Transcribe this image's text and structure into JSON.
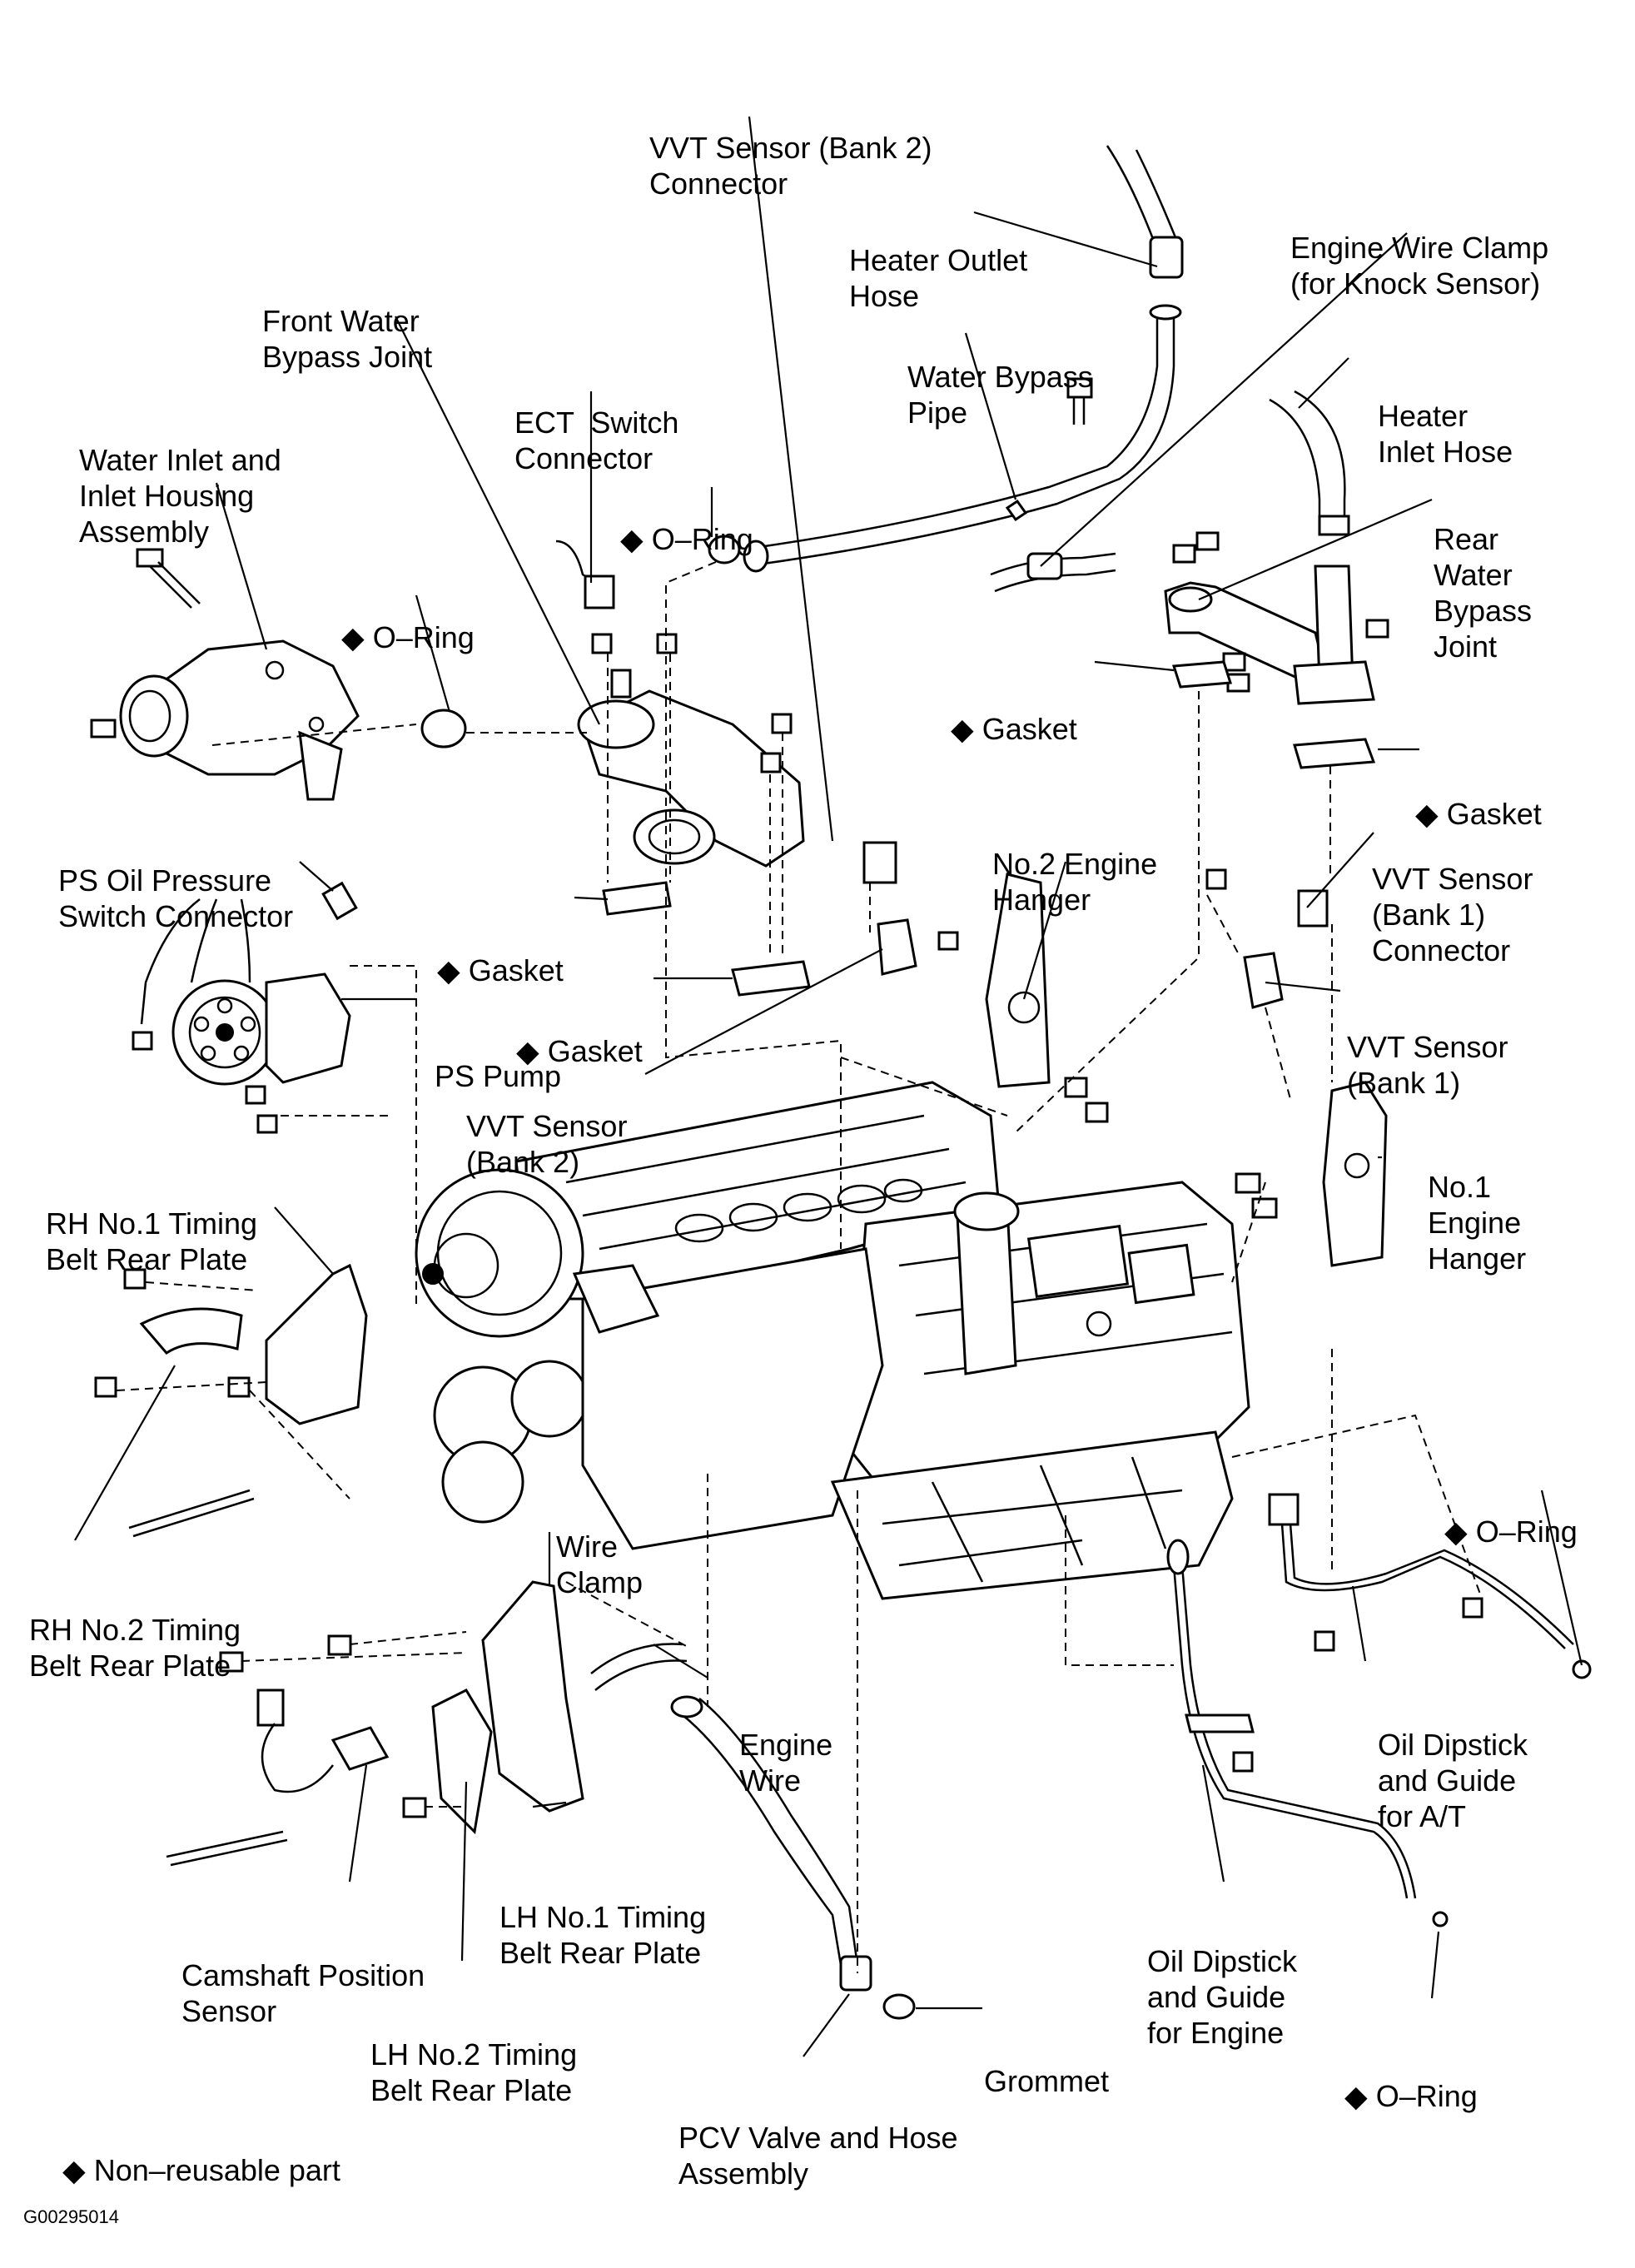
{
  "figure_code": "G00295014",
  "legend": {
    "symbol": "◆",
    "text": "Non–reusable part"
  },
  "labels": {
    "vvt_sensor_bank2_connector": [
      "VVT Sensor (Bank 2)",
      "Connector"
    ],
    "heater_outlet_hose": [
      "Heater Outlet",
      "Hose"
    ],
    "engine_wire_clamp": [
      "Engine Wire Clamp",
      "(for Knock Sensor)"
    ],
    "front_water_bypass_joint": [
      "Front Water",
      "Bypass Joint"
    ],
    "water_bypass_pipe": [
      "Water Bypass",
      "Pipe"
    ],
    "heater_inlet_hose": [
      "Heater",
      "Inlet Hose"
    ],
    "ect_switch_connector": [
      "ECT  Switch",
      "Connector"
    ],
    "water_inlet_assembly": [
      "Water Inlet and",
      "Inlet Housing",
      "Assembly"
    ],
    "o_ring_top": [
      "◆ O–Ring"
    ],
    "rear_water_bypass_joint": [
      "Rear",
      "Water",
      "Bypass",
      "Joint"
    ],
    "o_ring_left": [
      "◆ O–Ring"
    ],
    "gasket_rear": [
      "◆ Gasket"
    ],
    "gasket_rear_lower": [
      "◆ Gasket"
    ],
    "ps_oil_pressure_switch_connector": [
      "PS Oil Pressure",
      "Switch Connector"
    ],
    "no2_engine_hanger": [
      "No.2 Engine",
      "Hanger"
    ],
    "vvt_sensor_bank1_connector": [
      "VVT Sensor",
      "(Bank 1)",
      "Connector"
    ],
    "gasket_front_upper": [
      "◆ Gasket"
    ],
    "gasket_front_lower": [
      "◆ Gasket"
    ],
    "ps_pump": [
      "PS Pump"
    ],
    "vvt_sensor_bank1": [
      "VVT Sensor",
      "(Bank 1)"
    ],
    "vvt_sensor_bank2": [
      "VVT Sensor",
      "(Bank 2)"
    ],
    "rh_no1_timing_belt_rear_plate": [
      "RH No.1 Timing",
      "Belt Rear Plate"
    ],
    "no1_engine_hanger": [
      "No.1",
      "Engine",
      "Hanger"
    ],
    "o_ring_right": [
      "◆ O–Ring"
    ],
    "wire_clamp": [
      "Wire",
      "Clamp"
    ],
    "rh_no2_timing_belt_rear_plate": [
      "RH No.2 Timing",
      "Belt Rear Plate"
    ],
    "engine_wire": [
      "Engine",
      "Wire"
    ],
    "oil_dipstick_guide_at": [
      "Oil Dipstick",
      "and Guide",
      "for A/T"
    ],
    "lh_no1_timing_belt_rear_plate": [
      "LH No.1 Timing",
      "Belt Rear Plate"
    ],
    "camshaft_position_sensor": [
      "Camshaft Position",
      "Sensor"
    ],
    "oil_dipstick_guide_engine": [
      "Oil Dipstick",
      "and Guide",
      "for Engine"
    ],
    "lh_no2_timing_belt_rear_plate": [
      "LH No.2 Timing",
      "Belt Rear Plate"
    ],
    "grommet": [
      "Grommet"
    ],
    "o_ring_bottom": [
      "◆ O–Ring"
    ],
    "pcv_valve_hose_assembly": [
      "PCV Valve and Hose",
      "Assembly"
    ]
  }
}
